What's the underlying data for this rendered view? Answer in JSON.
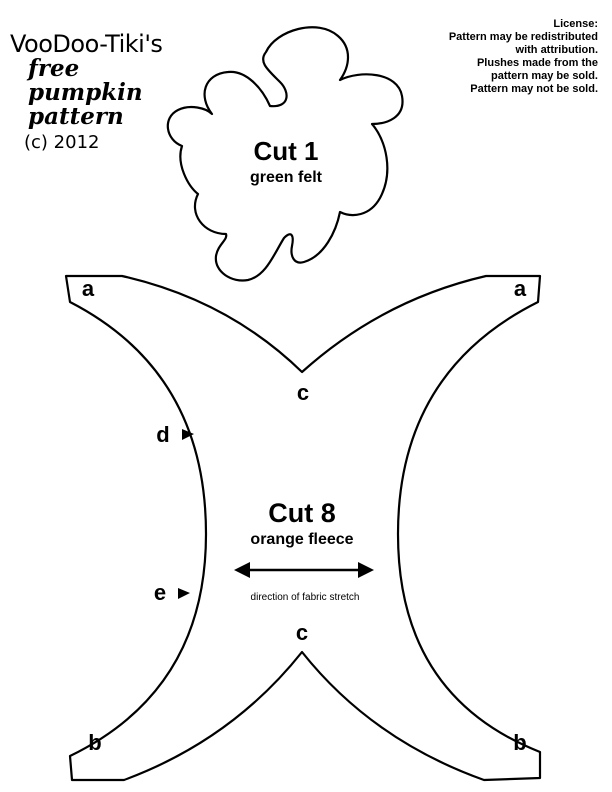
{
  "header": {
    "title": "VooDoo-Tiki's",
    "line2": "free",
    "line3": "pumpkin",
    "line4": "pattern",
    "copyright": "(c) 2012"
  },
  "license": {
    "lines": [
      "License:",
      "Pattern may be redistributed",
      "with attribution.",
      "Plushes made from the",
      "pattern may be sold.",
      "Pattern may not be sold."
    ]
  },
  "leaf_piece": {
    "cut": "Cut 1",
    "material": "green felt"
  },
  "pumpkin_piece": {
    "cut": "Cut 8",
    "material": "orange fleece",
    "stretch_note": "direction of fabric stretch",
    "markers": {
      "a": "a",
      "b": "b",
      "c": "c",
      "d": "d",
      "e": "e"
    }
  },
  "colors": {
    "ink": "#000000",
    "paper": "#ffffff"
  }
}
